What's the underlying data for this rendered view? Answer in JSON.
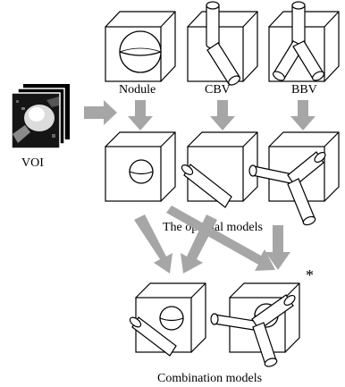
{
  "labels": {
    "voi": "VOI",
    "nodule": "Nodule",
    "cbv": "CBV",
    "bbv": "BBV",
    "optimal": "The optimal models",
    "combination": "Combination models",
    "marker": "*"
  },
  "colors": {
    "arrow": "#a6a6a6",
    "stroke": "#000000"
  }
}
